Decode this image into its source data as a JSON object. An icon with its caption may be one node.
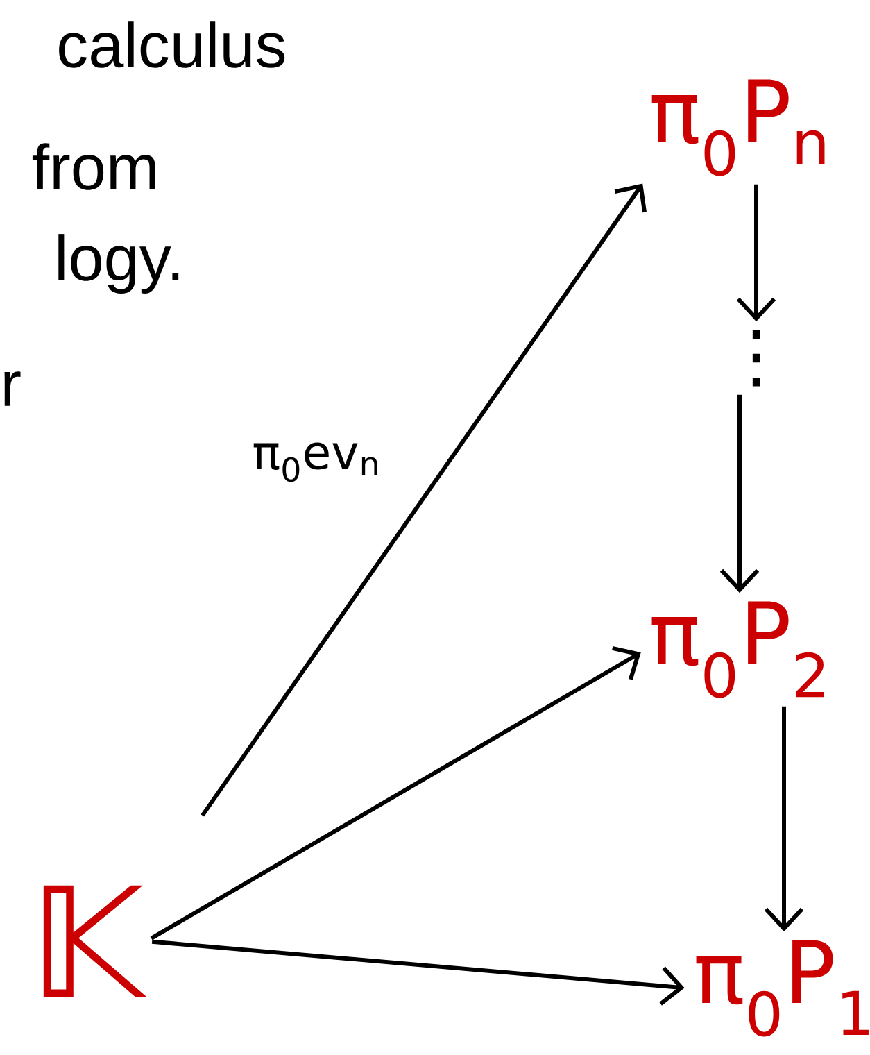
{
  "diagram": {
    "nodes": [
      {
        "text": [
          "𝕂"
        ]
      },
      {
        "text": [
          "π$_{0}$P$_{n}$"
        ]
      },
      {
        "text": [
          "⋮"
        ]
      },
      {
        "text": [
          "π$_{0}$P$_{2}$"
        ]
      },
      {
        "text": [
          "π$_{0}$P$_{1}$"
        ]
      }
    ],
    "edges": [
      {
        "from": 1,
        "to": 2,
        "arrow": "to"
      },
      {
        "from": 2,
        "to": 3,
        "arrow": "to"
      },
      {
        "from": 3,
        "to": 4,
        "arrow": "to"
      },
      {
        "from": 0,
        "to": 1,
        "arrow": "to",
        "label": "π$_{0}$ev$_{n}$"
      },
      {
        "from": 0,
        "to": 3,
        "arrow": "to"
      },
      {
        "from": 0,
        "to": 4,
        "arrow": "to"
      }
    ],
    "labels": [
      "calculus",
      "from",
      "logy.",
      "r"
    ]
  }
}
